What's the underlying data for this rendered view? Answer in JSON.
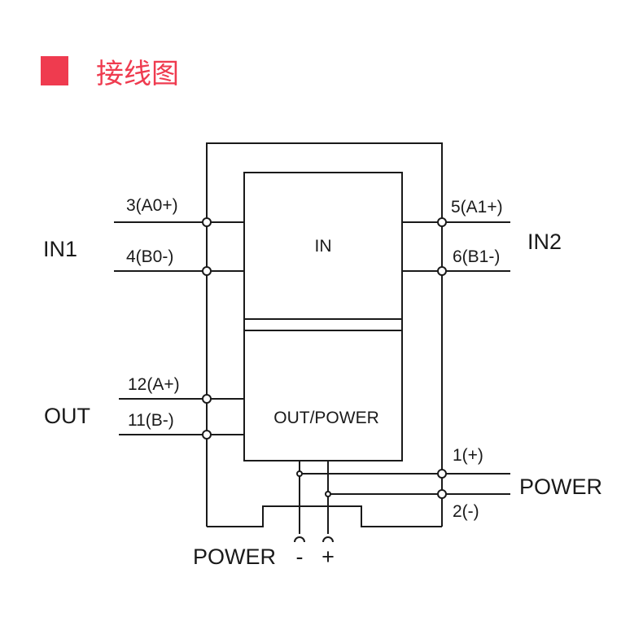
{
  "header": {
    "title": "接线图",
    "accent_color": "#ef3b4f"
  },
  "diagram": {
    "in_block_label": "IN",
    "out_block_label": "OUT/POWER",
    "in1_group": "IN1",
    "in2_group": "IN2",
    "out_group": "OUT",
    "power_right_group": "POWER",
    "power_bottom_group": "POWER",
    "pins": {
      "a0": "3(A0+)",
      "b0": "4(B0-)",
      "a1": "5(A1+)",
      "b1": "6(B1-)",
      "a_out": "12(A+)",
      "b_out": "11(B-)",
      "p1": "1(+)",
      "p2": "2(-)",
      "bottom_minus": "-",
      "bottom_plus": "+"
    }
  }
}
